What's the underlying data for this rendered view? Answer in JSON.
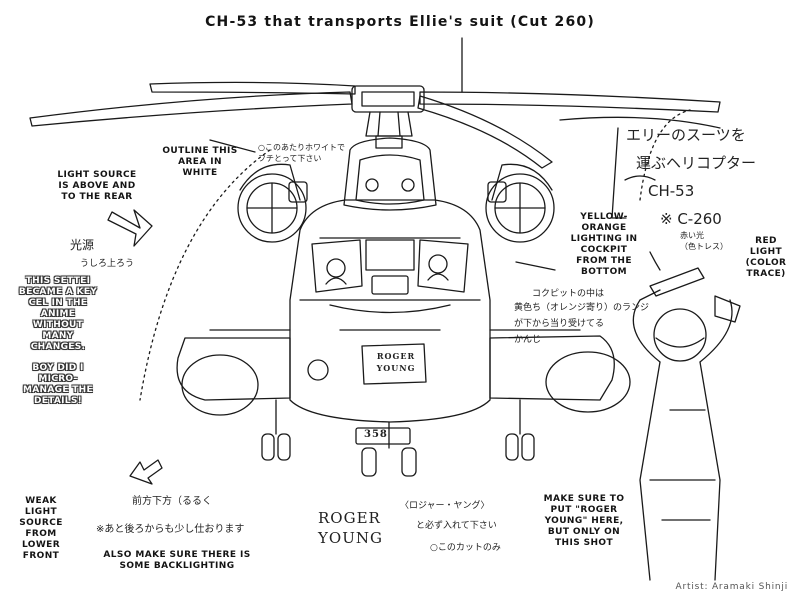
{
  "title": "CH-53 that transports Ellie's suit (Cut 260)",
  "artist": "Artist: Aramaki Shinji",
  "labels": {
    "light_source": "Light source is above and to the rear",
    "outline_white": "Outline this area in white",
    "cockpit_lighting": "Yellow-orange lighting in cockpit from the bottom",
    "red_light": "Red light (color trace)",
    "weak_light": "Weak light source from lower front",
    "backlighting": "Also make sure there is some backlighting",
    "roger_young_note": "Make sure to put \"Roger Young\" here, but only on this shot"
  },
  "side_note": {
    "line1": "This settei became a key cel in the anime without many changes.",
    "line2": "Boy did I micro-manage the details!"
  },
  "handwritten": {
    "roger_young_large": "ROGER YOUNG",
    "nose_name": "ROGER YOUNG",
    "tail_number": "358"
  },
  "japanese": {
    "title_line1": "エリーのスーツを",
    "title_line2": "運ぶヘリコプター",
    "title_line3": "CH-53",
    "title_line4": "※ C-260",
    "light_src": "光源",
    "light_dir": "うしろ上ろう",
    "white_outline": "○このあたりホワイトで\nフチとって下さい",
    "cockpit1": "コクピットの中は",
    "cockpit2": "黄色ち（オレンジ寄り）のランジ",
    "cockpit3": "が下から当り受けてる",
    "cockpit4": "かんじ",
    "red_light": "赤い光\n（色トレス）",
    "front_low": "前方下方（るるく",
    "backlight": "※あと後ろからも少し仕おります",
    "roger_jp": "〈ロジャー・ヤング〉",
    "must_put": "と必ず入れて下さい",
    "this_cut": "○このカットのみ"
  },
  "colors": {
    "ink": "#1a1a1a",
    "background": "#ffffff",
    "note_outline": "#333333"
  }
}
